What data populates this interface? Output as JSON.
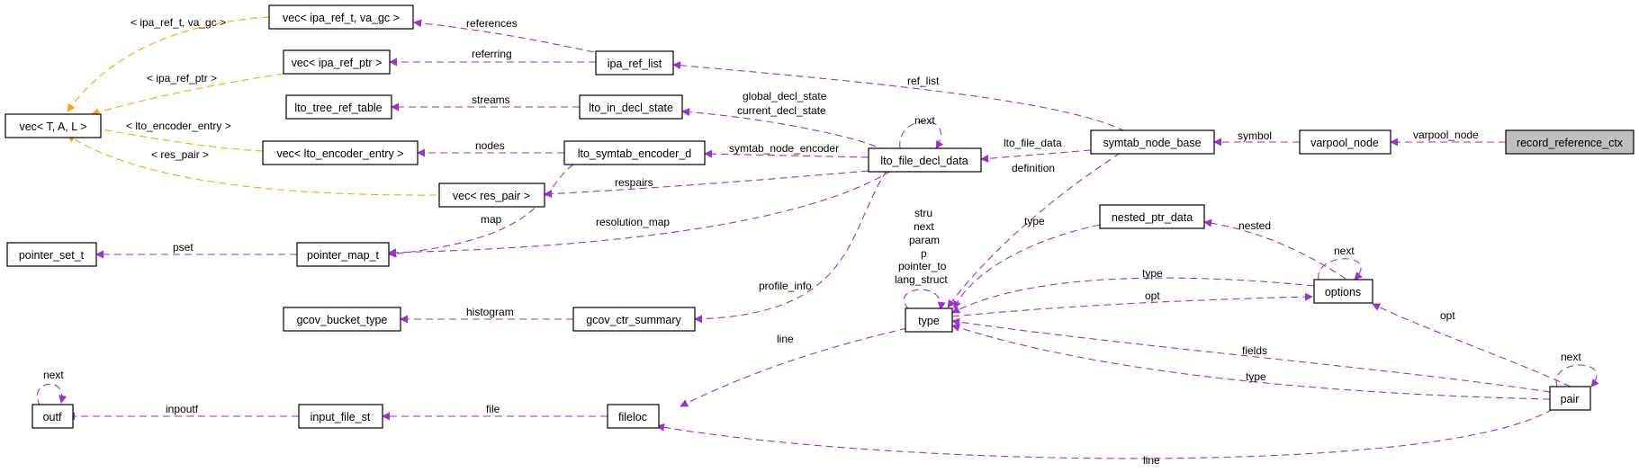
{
  "colors": {
    "purple": "#9a32cd",
    "orange": "#ffa500",
    "node_stroke": "#000000",
    "highlight_fill": "#bfbfbf"
  },
  "nodes": {
    "vec_tal": "vec< T, A, L >",
    "vec_ipa_ref_t": "vec< ipa_ref_t, va_gc >",
    "vec_ipa_ref_ptr": "vec< ipa_ref_ptr >",
    "lto_tree_ref_table": "lto_tree_ref_table",
    "vec_lto_encoder_entry": "vec< lto_encoder_entry >",
    "vec_res_pair": "vec< res_pair >",
    "ipa_ref_list": "ipa_ref_list",
    "lto_in_decl_state": "lto_in_decl_state",
    "lto_symtab_encoder_d": "lto_symtab_encoder_d",
    "lto_file_decl_data": "lto_file_decl_data",
    "symtab_node_base": "symtab_node_base",
    "varpool_node": "varpool_node",
    "record_reference_ctx": "record_reference_ctx",
    "pointer_set_t": "pointer_set_t",
    "pointer_map_t": "pointer_map_t",
    "nested_ptr_data": "nested_ptr_data",
    "options": "options",
    "type": "type",
    "gcov_bucket_type": "gcov_bucket_type",
    "gcov_ctr_summary": "gcov_ctr_summary",
    "outf": "outf",
    "input_file_st": "input_file_st",
    "fileloc": "fileloc",
    "pair": "pair"
  },
  "edge_labels": {
    "ipa_ref_t_va_gc": "< ipa_ref_t, va_gc >",
    "ipa_ref_ptr": "< ipa_ref_ptr >",
    "lto_encoder_entry": "< lto_encoder_entry >",
    "res_pair": "< res_pair >",
    "references": "references",
    "referring": "referring",
    "streams": "streams",
    "nodes": "nodes",
    "respairs": "respairs",
    "map": "map",
    "pset": "pset",
    "resolution_map": "resolution_map",
    "histogram": "histogram",
    "profile_info": "profile_info",
    "inpoutf": "inpoutf",
    "file": "file",
    "outf_next": "next",
    "ref_list": "ref_list",
    "global_decl_state": "global_decl_state",
    "current_decl_state": "current_decl_state",
    "symtab_node_encoder": "symtab_node_encoder",
    "lfdd_next": "next",
    "lto_file_data": "lto_file_data",
    "symbol": "symbol",
    "varpool_node": "varpool_node",
    "definition": "definition",
    "nested_type": "type",
    "nested": "nested",
    "options_next": "next",
    "self_stru": "stru",
    "self_next": "next",
    "self_param": "param",
    "self_p": "p",
    "self_pointer_to": "pointer_to",
    "self_lang_struct": "lang_struct",
    "options_type": "type",
    "opt_options": "opt",
    "line_type": "line",
    "fields": "fields",
    "pair_type": "type",
    "pair_opt": "opt",
    "pair_next": "next",
    "pair_line": "line"
  }
}
